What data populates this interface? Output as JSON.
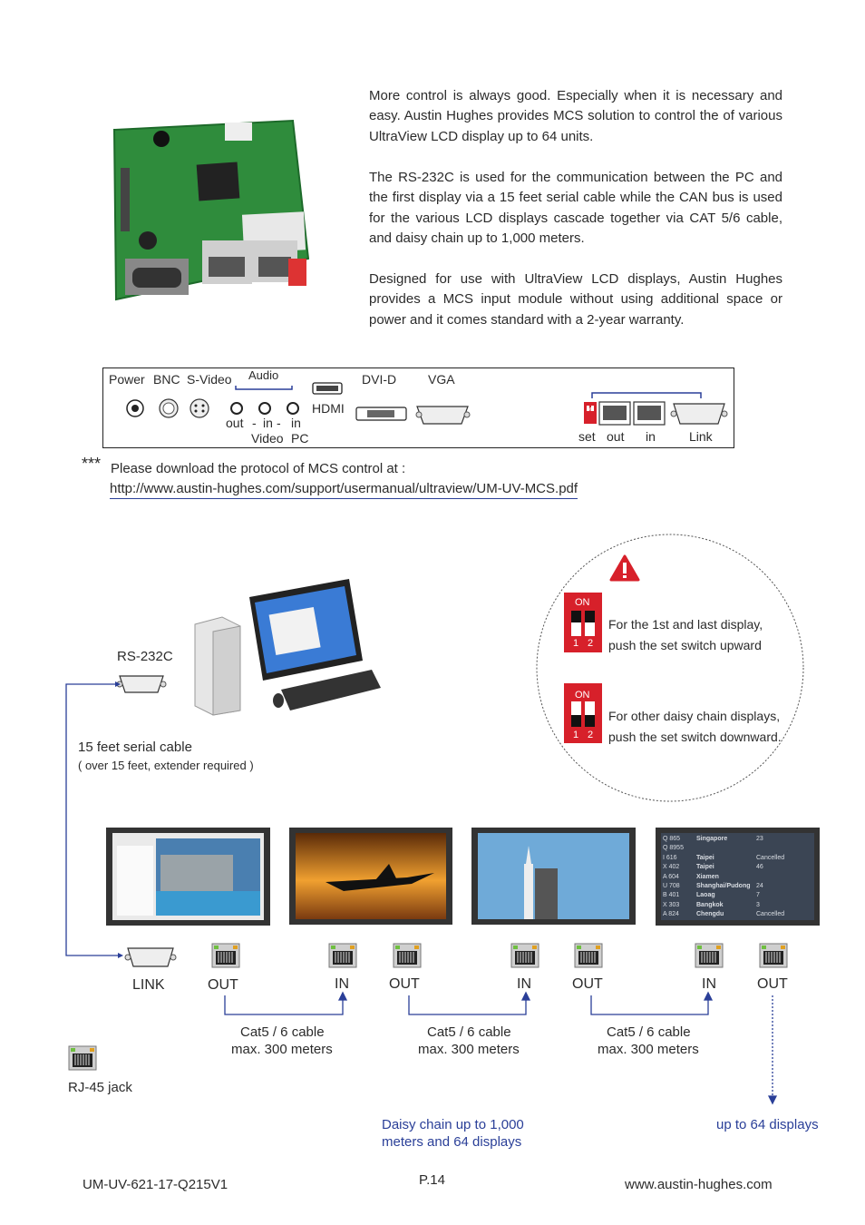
{
  "intro": {
    "p1": "More control is always good. Especially when it is necessary and easy. Austin Hughes provides MCS solution to control the          of various UltraView LCD display up to 64 units.",
    "p2": "The RS-232C is used for the communication between the PC and the first display via a 15 feet serial cable while the CAN bus is used for the various LCD displays cascade together via CAT 5/6 cable, and daisy chain up to 1,000 meters.",
    "p3": "Designed for use with UltraView LCD displays, Austin Hughes provides a MCS input module without using additional space or power and it comes standard with a 2-year warranty."
  },
  "panel": {
    "power": "Power",
    "bnc": "BNC",
    "svideo": "S-Video",
    "audio": "Audio",
    "hdmi": "HDMI",
    "dvid": "DVI-D",
    "vga": "VGA",
    "out": "out",
    "dash1": "-",
    "in1": "in",
    "dash2": "-",
    "in2": "in",
    "video": "Video",
    "pc": "PC",
    "set": "set",
    "mcs_out": "out",
    "mcs_in": "in",
    "link": "Link",
    "dip_on": "ON"
  },
  "download": {
    "stars": "***",
    "text": "Please download the protocol of MCS control at :",
    "url": "http://www.austin-hughes.com/support/usermanual/ultraview/UM-UV-MCS.pdf"
  },
  "diagram": {
    "rs232c": "RS-232C",
    "serial_cable": "15 feet serial cable",
    "serial_note": "( over 15 feet, extender required )",
    "warning": {
      "on1": "ON",
      "n1a": "1",
      "n1b": "2",
      "text1a": "For the 1st and last display,",
      "text1b": "push the set switch upward",
      "on2": "ON",
      "n2a": "1",
      "n2b": "2",
      "text2a": "For other daisy chain displays,",
      "text2b": "push the set switch downward."
    },
    "flight_board": [
      {
        "code": "Q 865",
        "city": "Singapore",
        "time": "23"
      },
      {
        "code": "Q 8955",
        "city": "",
        "time": ""
      },
      {
        "code": "I 616",
        "city": "Taipei",
        "time": "Cancelled"
      },
      {
        "code": "X 402",
        "city": "Taipei",
        "time": "46"
      },
      {
        "code": "A 604",
        "city": "Xiamen",
        "time": ""
      },
      {
        "code": "U 708",
        "city": "Shanghai/Pudong",
        "time": "24"
      },
      {
        "code": "B 401",
        "city": "Laoag",
        "time": "7"
      },
      {
        "code": "X 303",
        "city": "Bangkok",
        "time": "3"
      },
      {
        "code": "A 824",
        "city": "Chengdu",
        "time": "Cancelled"
      }
    ],
    "ports": {
      "link": "LINK",
      "out1": "OUT",
      "in1": "IN",
      "out2": "OUT",
      "in2": "IN",
      "out3": "OUT",
      "in3": "IN",
      "out4": "OUT"
    },
    "cables": [
      {
        "line1": "Cat5 / 6 cable",
        "line2": "max. 300 meters"
      },
      {
        "line1": "Cat5 / 6 cable",
        "line2": "max. 300 meters"
      },
      {
        "line1": "Cat5 / 6 cable",
        "line2": "max. 300 meters"
      }
    ],
    "rj45": "RJ-45 jack",
    "daisy_a": "Daisy chain up to 1,000",
    "daisy_b": "meters and 64 displays",
    "upto": "up to 64 displays"
  },
  "footer": {
    "doc": "UM-UV-621-17-Q215V1",
    "page": "P.14",
    "site": "www.austin-hughes.com"
  },
  "colors": {
    "accent_blue": "#2a3f98",
    "warning_red": "#d7202a",
    "pcb_green": "#2f8c3c"
  }
}
